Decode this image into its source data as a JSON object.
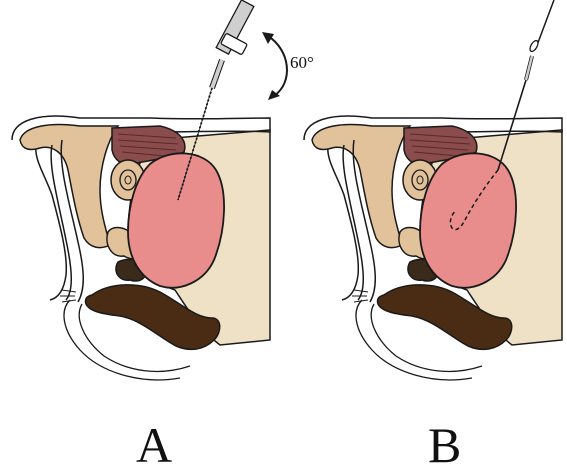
{
  "panels": [
    {
      "label": "A",
      "angle_label": "60°"
    },
    {
      "label": "B"
    }
  ],
  "colors": {
    "outline": "#1a1a1a",
    "body_fill": "#efe1c6",
    "tissue_fill": "#e2c29a",
    "muscle_fill": "#8a4c4c",
    "prostate_fill": "#e88c8c",
    "rectum_fill": "#4a2c14",
    "needle_gray": "#cfcfcf"
  },
  "icons": {
    "needle": "biopsy-needle-icon",
    "angle_arrow": "curved-double-arrow-icon"
  }
}
